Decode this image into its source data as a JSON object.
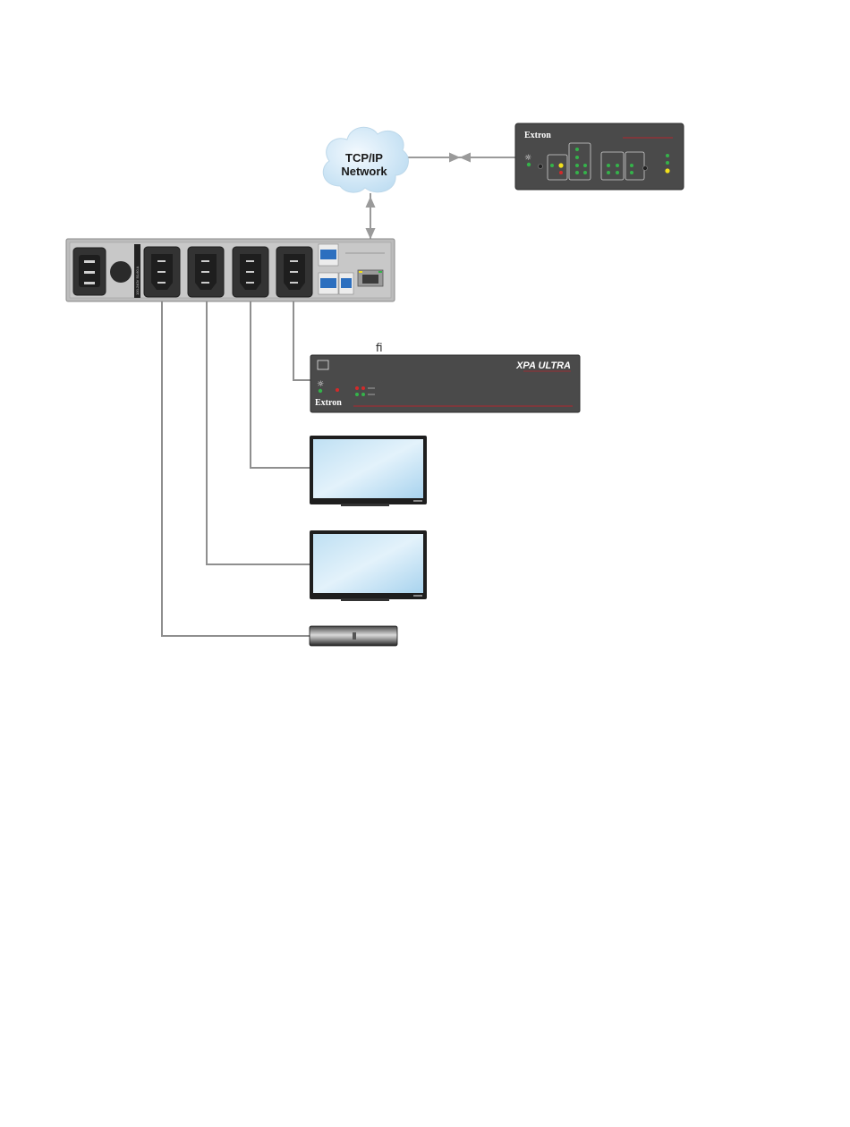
{
  "cloud": {
    "line1": "TCP/IP",
    "line2": "Network"
  },
  "controller": {
    "brand": "Extron"
  },
  "amplifier": {
    "brand": "Extron",
    "model": "XPA ULTRA",
    "note": "fi"
  },
  "pdu": {
    "vertical_label": "100-240V 50-60 A"
  },
  "colors": {
    "device_panel": "#4a4a4a",
    "pdu_body": "#bcbcbc",
    "outlet": "#333333",
    "cable": "#9a9a9a",
    "accent_line": "#b3262e",
    "led_green": "#35b34a",
    "led_yellow": "#f2e01b",
    "led_red": "#d42a2a",
    "screen": "#cfe8f6",
    "cloud": "#d8ecf8"
  }
}
